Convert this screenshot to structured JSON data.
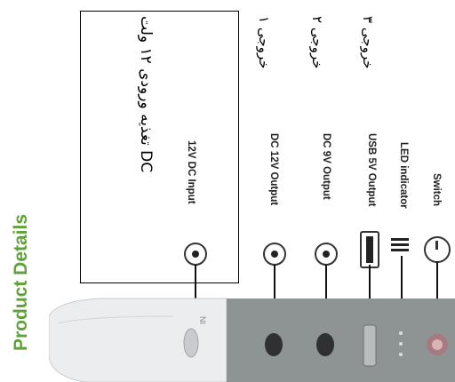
{
  "heading": "Product Details",
  "callout": {
    "text": "تغذیه ورودی ۱۲ ولت DC"
  },
  "ports": {
    "dc_input": "12V DC Input",
    "dc_12v": "DC 12V Output",
    "dc_9v": "DC 9V Output",
    "usb_5v": "USB 5V Output",
    "led": "LED indicator",
    "switch": "Switch"
  },
  "arabic_labels": {
    "out1": "خروجی ۱",
    "out2": "خروجی ۲",
    "out3": "خروجی ۳"
  },
  "device_marking": "NI",
  "colors": {
    "heading": "#5fa23a",
    "device_body": "#8e9393",
    "device_light": "#e9eaec"
  }
}
